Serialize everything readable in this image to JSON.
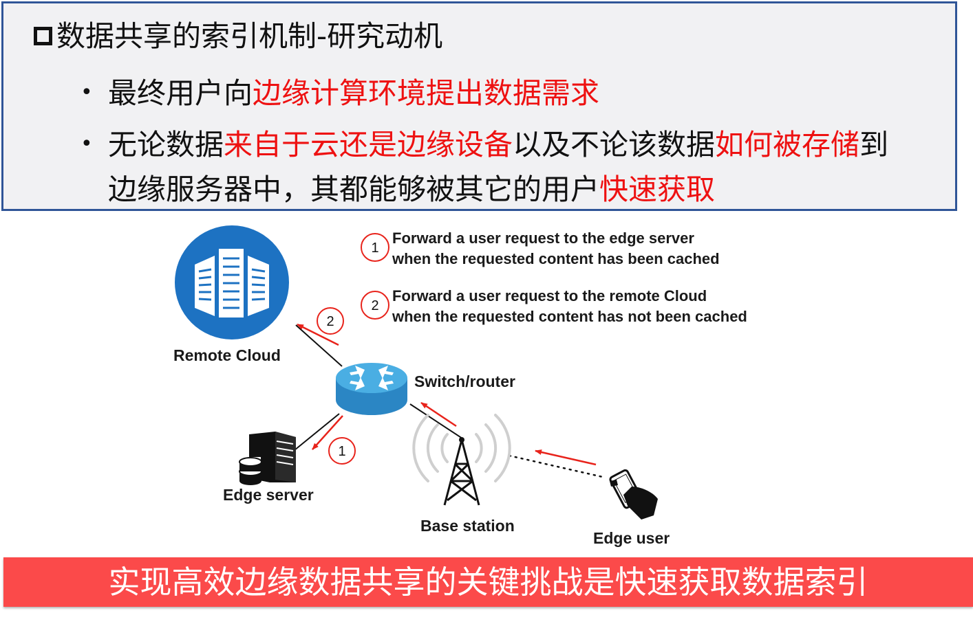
{
  "header": {
    "title": "数据共享的索引机制-研究动机",
    "bullet1": {
      "black": "最终用户向",
      "red": "边缘计算环境提出数据需求"
    },
    "bullet2": {
      "p1": "无论数据",
      "r1": "来自于云还是边缘设备",
      "p2": "以及不论该数据",
      "r2": "如何被存储",
      "p3": "到",
      "p4": "边缘服务器中，其都能够被其它的用户",
      "r3": "快速获取"
    }
  },
  "diagram": {
    "labels": {
      "remote_cloud": "Remote Cloud",
      "switch_router": "Switch/router",
      "edge_server": "Edge server",
      "base_station": "Base station",
      "edge_user": "Edge user"
    },
    "steps": [
      {
        "num": "1",
        "line1": "Forward a user request to the edge server",
        "line2": "when the requested content has been cached"
      },
      {
        "num": "2",
        "line1": "Forward a user request to the remote Cloud",
        "line2": "when the requested content has not been cached"
      }
    ],
    "colors": {
      "arrow": "#e8231b",
      "cloud": "#1d72c2",
      "router": "#3fa0d8"
    }
  },
  "footer": {
    "text": "实现高效边缘数据共享的关键挑战是快速获取数据索引"
  }
}
